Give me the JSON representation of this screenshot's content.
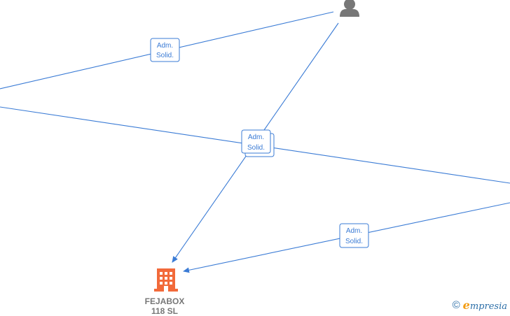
{
  "colors": {
    "edge": "#3a7bd5",
    "company_icon": "#f26a3a",
    "person_icon": "#777777",
    "brand_e": "#f39c12",
    "brand_text": "#2d6fa8"
  },
  "edges": [
    {
      "label_line1": "Adm.",
      "label_line2": "Solid."
    },
    {
      "label_line1": "Adm.",
      "label_line2": "Solid."
    },
    {
      "label_line1": "Adm.",
      "label_line2": "Solid."
    },
    {
      "label_line1": "Adm.",
      "label_line2": "Solid."
    }
  ],
  "nodes": {
    "person": {
      "icon": "person-icon"
    },
    "company": {
      "icon": "building-icon",
      "name_line1": "FEJABOX",
      "name_line2": "118  SL"
    }
  },
  "brand": {
    "copyright": "©",
    "e": "e",
    "rest": "mpresia"
  }
}
